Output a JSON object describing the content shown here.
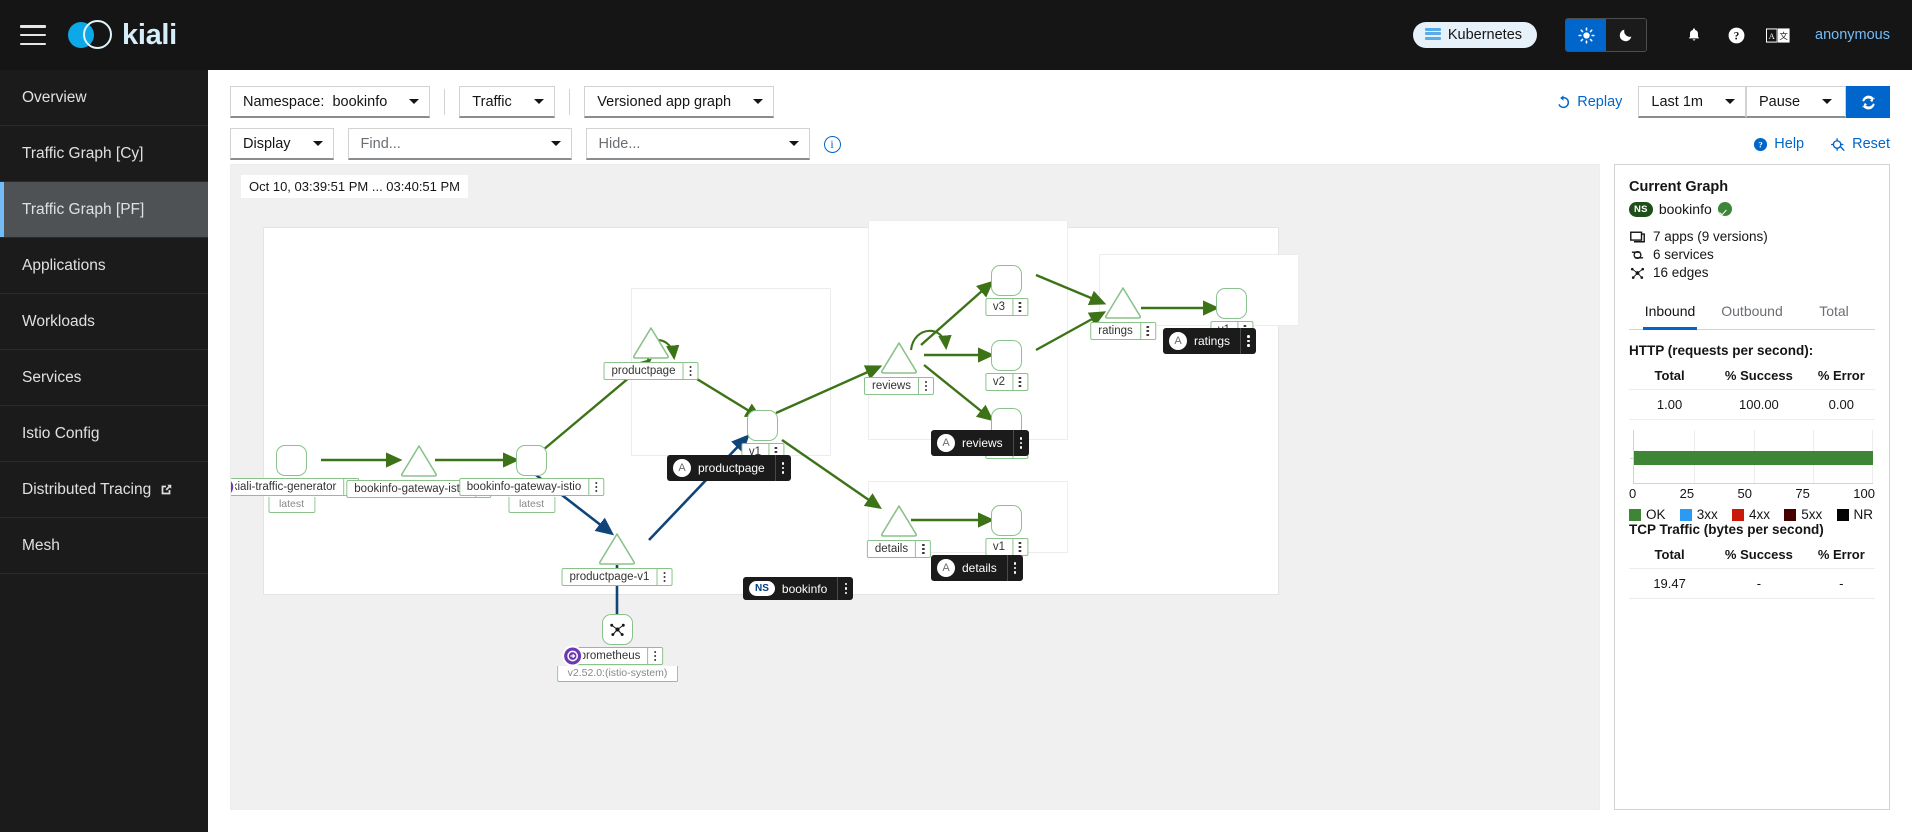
{
  "masthead": {
    "menu_icon": "hamburger-icon",
    "brand": "kiali",
    "cluster_chip": {
      "label": "Kubernetes",
      "icon": "kubernetes-icon"
    },
    "theme": {
      "light_icon": "sun-icon",
      "dark_icon": "moon-icon",
      "active": "light"
    },
    "icons": [
      "bell-icon",
      "help-circle-icon",
      "language-icon"
    ],
    "user": "anonymous"
  },
  "sidebar": {
    "items": [
      {
        "label": "Overview",
        "active": false,
        "external": false
      },
      {
        "label": "Traffic Graph [Cy]",
        "active": false,
        "external": false
      },
      {
        "label": "Traffic Graph [PF]",
        "active": true,
        "external": false
      },
      {
        "label": "Applications",
        "active": false,
        "external": false
      },
      {
        "label": "Workloads",
        "active": false,
        "external": false
      },
      {
        "label": "Services",
        "active": false,
        "external": false
      },
      {
        "label": "Istio Config",
        "active": false,
        "external": false
      },
      {
        "label": "Distributed Tracing",
        "active": false,
        "external": true
      },
      {
        "label": "Mesh",
        "active": false,
        "external": false
      }
    ]
  },
  "toolbar": {
    "namespace_label": "Namespace:",
    "namespace_value": "bookinfo",
    "traffic_label": "Traffic",
    "graph_type": "Versioned app graph",
    "display_label": "Display",
    "find_placeholder": "Find...",
    "hide_placeholder": "Hide...",
    "info_icon": "info-circle-icon",
    "replay_label": "Replay",
    "replay_icon": "history-icon",
    "duration": "Last 1m",
    "refresh_interval": "Pause",
    "refresh_icon": "sync-icon",
    "help_label": "Help",
    "reset_label": "Reset"
  },
  "graph": {
    "timestamp": "Oct 10, 03:39:51 PM ... 03:40:51 PM",
    "namespace_badge": {
      "pill": "NS",
      "label": "bookinfo"
    },
    "group_badges": [
      {
        "pill": "A",
        "label": "productpage"
      },
      {
        "pill": "A",
        "label": "reviews"
      },
      {
        "pill": "A",
        "label": "ratings"
      },
      {
        "pill": "A",
        "label": "details"
      }
    ],
    "nodes": [
      {
        "id": "kiali-traffic-generator",
        "label": "kiali-traffic-generator",
        "sublabel": "latest",
        "shape": "circle",
        "badge": "outside-app-icon"
      },
      {
        "id": "bookinfo-gateway-svc",
        "label": "bookinfo-gateway-istio",
        "sublabel": "",
        "shape": "triangle"
      },
      {
        "id": "bookinfo-gateway-wl",
        "label": "bookinfo-gateway-istio",
        "sublabel": "latest",
        "shape": "circle"
      },
      {
        "id": "productpage-svc",
        "label": "productpage",
        "sublabel": "",
        "shape": "triangle"
      },
      {
        "id": "productpage-v1",
        "label": "v1",
        "sublabel": "",
        "shape": "circle"
      },
      {
        "id": "productpage-v1-wl",
        "label": "productpage-v1",
        "sublabel": "",
        "shape": "triangle"
      },
      {
        "id": "reviews-svc",
        "label": "reviews",
        "sublabel": "",
        "shape": "triangle"
      },
      {
        "id": "reviews-v3",
        "label": "v3",
        "sublabel": "",
        "shape": "circle"
      },
      {
        "id": "reviews-v2",
        "label": "v2",
        "sublabel": "",
        "shape": "circle"
      },
      {
        "id": "reviews-v1",
        "label": "v1",
        "sublabel": "",
        "shape": "circle"
      },
      {
        "id": "ratings-svc",
        "label": "ratings",
        "sublabel": "",
        "shape": "triangle"
      },
      {
        "id": "ratings-v1",
        "label": "v1",
        "sublabel": "",
        "shape": "circle"
      },
      {
        "id": "details-svc",
        "label": "details",
        "sublabel": "",
        "shape": "triangle"
      },
      {
        "id": "details-v1",
        "label": "v1",
        "sublabel": "",
        "shape": "circle"
      },
      {
        "id": "prometheus",
        "label": "prometheus",
        "sublabel": "v2.52.0:(istio-system)",
        "shape": "circle",
        "badge": "outside-app-icon"
      }
    ]
  },
  "side_panel": {
    "title": "Current Graph",
    "namespace": {
      "pill": "NS",
      "name": "bookinfo",
      "health": "healthy"
    },
    "stats": [
      {
        "icon": "applications-icon",
        "text": "7 apps (9 versions)"
      },
      {
        "icon": "services-icon",
        "text": "6 services"
      },
      {
        "icon": "edges-icon",
        "text": "16 edges"
      }
    ],
    "tabs": [
      {
        "label": "Inbound",
        "active": true
      },
      {
        "label": "Outbound",
        "active": false
      },
      {
        "label": "Total",
        "active": false
      }
    ],
    "http": {
      "title": "HTTP (requests per second):",
      "headers": [
        "Total",
        "% Success",
        "% Error"
      ],
      "values": [
        "1.00",
        "100.00",
        "0.00"
      ]
    },
    "tcp": {
      "title": "TCP Traffic (bytes per second)",
      "headers": [
        "Total",
        "% Success",
        "% Error"
      ],
      "values": [
        "19.47",
        "-",
        "-"
      ]
    }
  },
  "chart_data": {
    "type": "bar",
    "title": "",
    "orientation": "horizontal",
    "categories": [
      "HTTP"
    ],
    "series": [
      {
        "name": "OK",
        "values": [
          100
        ],
        "color": "#3e8635"
      },
      {
        "name": "3xx",
        "values": [
          0
        ],
        "color": "#2b9af3"
      },
      {
        "name": "4xx",
        "values": [
          0
        ],
        "color": "#c9190b"
      },
      {
        "name": "5xx",
        "values": [
          0
        ],
        "color": "#470000"
      },
      {
        "name": "NR",
        "values": [
          0
        ],
        "color": "#030303"
      }
    ],
    "xlabel": "",
    "ylabel": "",
    "xlim": [
      0,
      100
    ],
    "xticks": [
      0,
      25,
      50,
      75,
      100
    ],
    "grid": true,
    "legend_position": "bottom"
  }
}
